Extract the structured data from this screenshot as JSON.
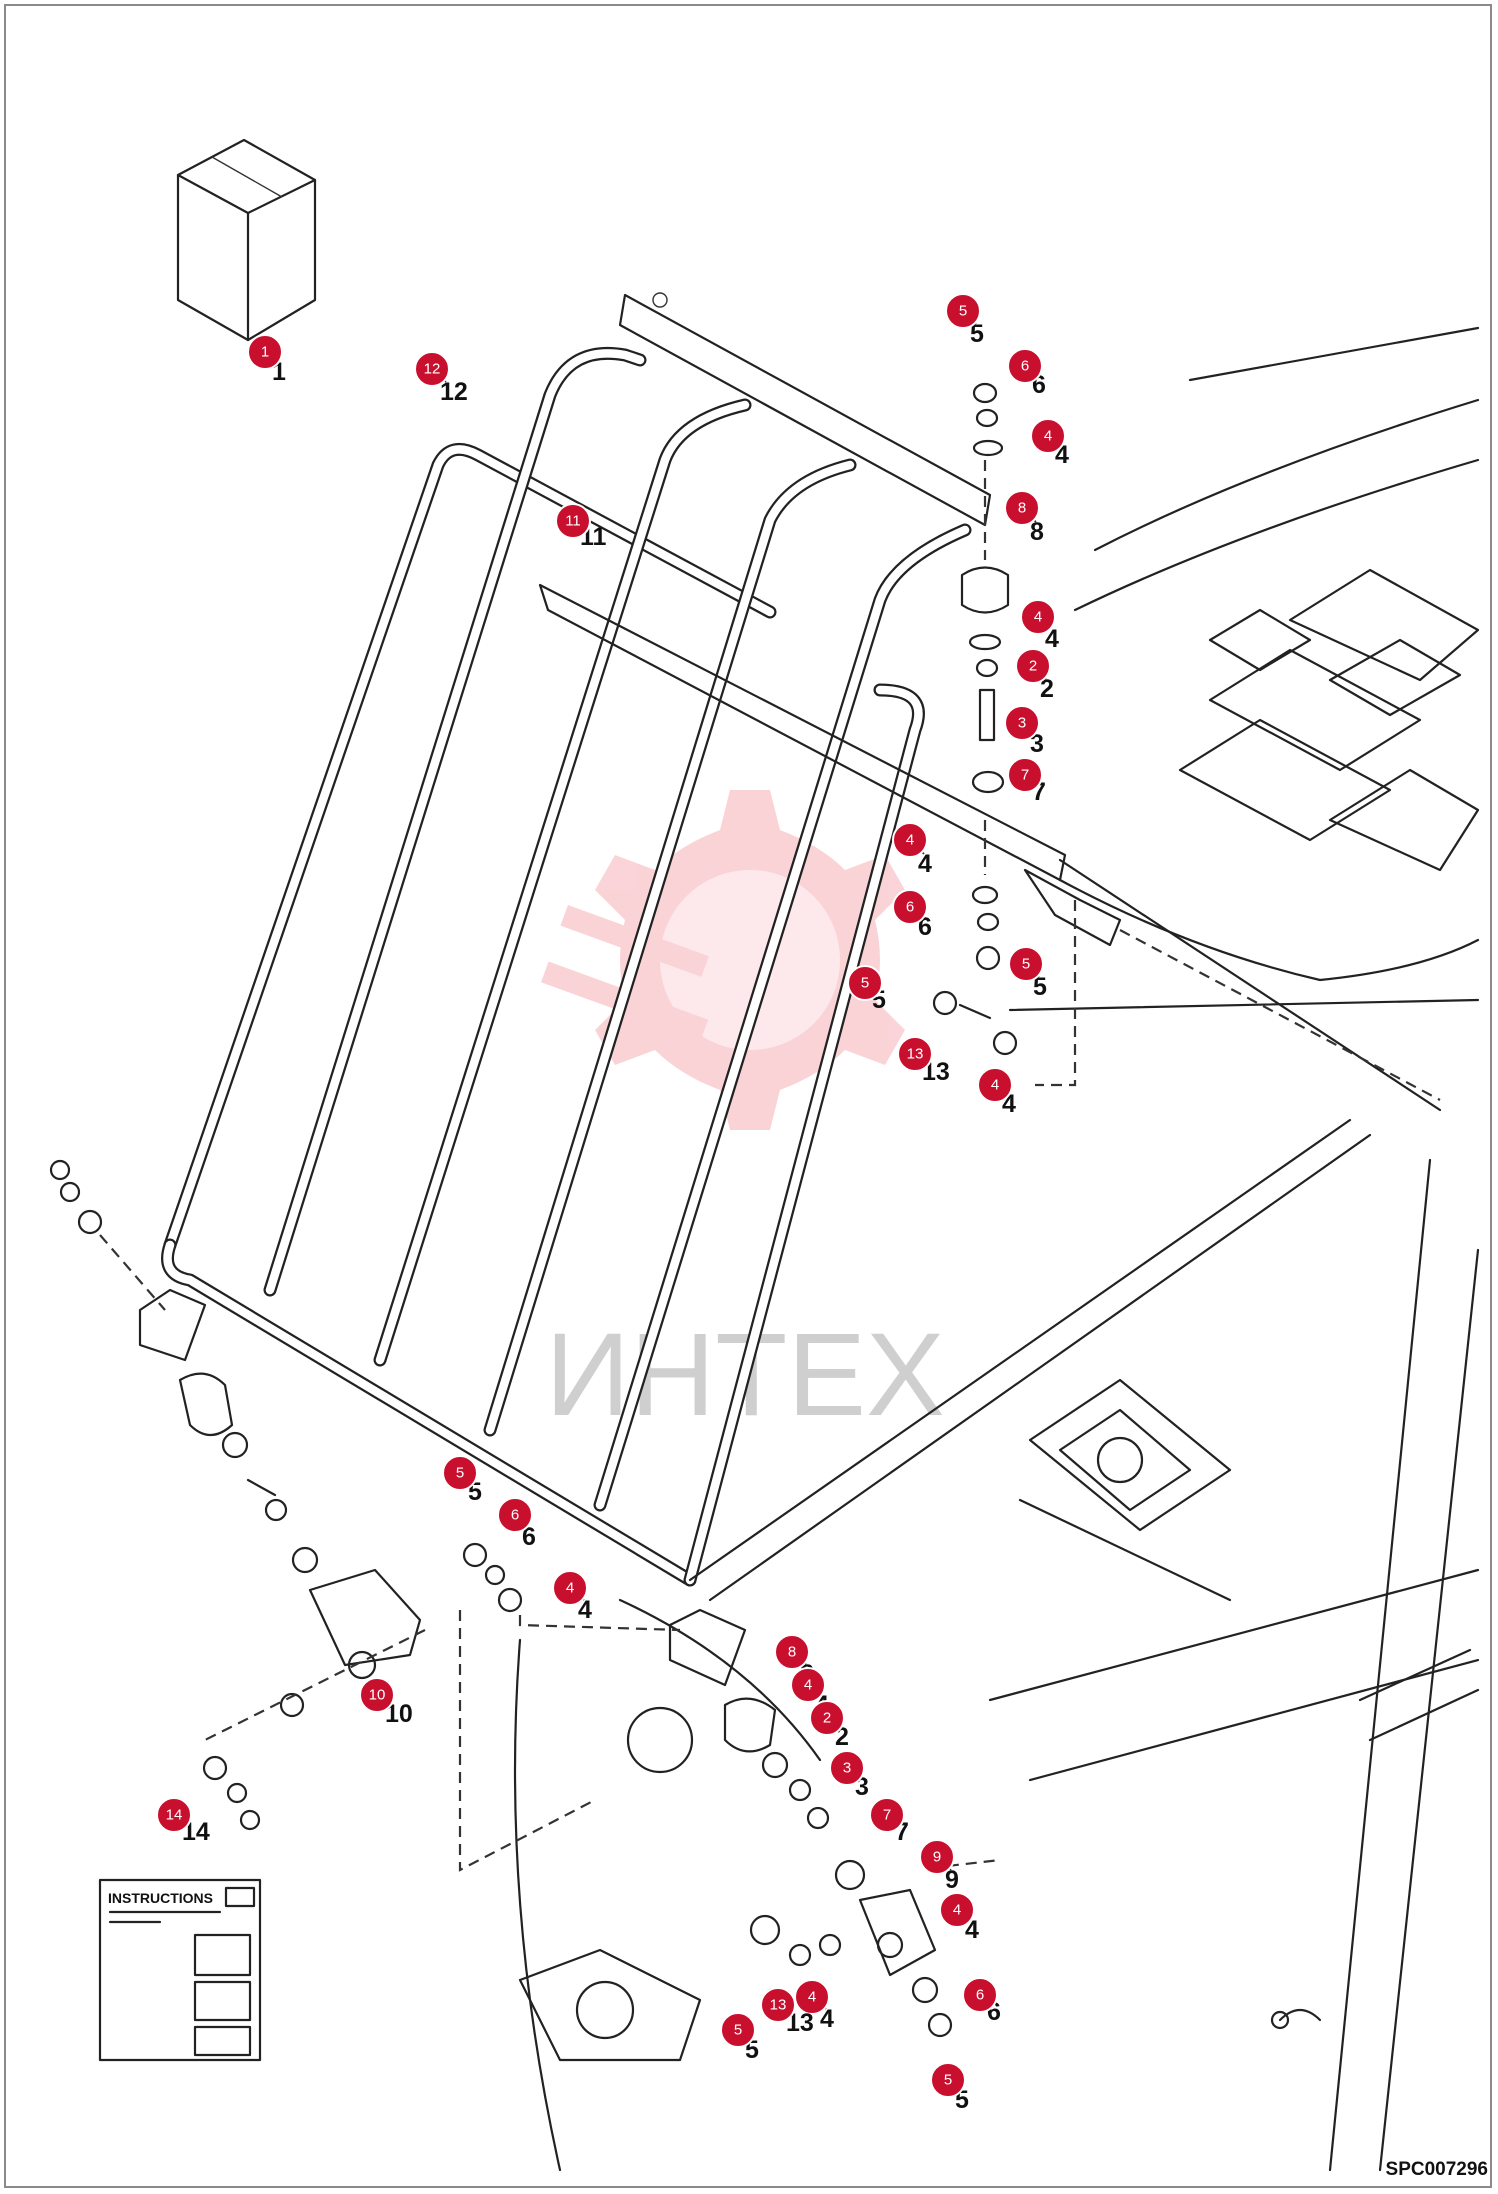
{
  "diagram": {
    "watermark_text": "ИНТЕХ",
    "drawing_code": "SPC007296",
    "instructions_tag_title": "INSTRUCTIONS",
    "callouts": [
      {
        "num": "1"
      },
      {
        "num": "12"
      },
      {
        "num": "11"
      },
      {
        "num": "5"
      },
      {
        "num": "6"
      },
      {
        "num": "4"
      },
      {
        "num": "8"
      },
      {
        "num": "4"
      },
      {
        "num": "2"
      },
      {
        "num": "3"
      },
      {
        "num": "7"
      },
      {
        "num": "4"
      },
      {
        "num": "6"
      },
      {
        "num": "5"
      },
      {
        "num": "5"
      },
      {
        "num": "13"
      },
      {
        "num": "4"
      },
      {
        "num": "5"
      },
      {
        "num": "6"
      },
      {
        "num": "4"
      },
      {
        "num": "10"
      },
      {
        "num": "8"
      },
      {
        "num": "4"
      },
      {
        "num": "2"
      },
      {
        "num": "3"
      },
      {
        "num": "7"
      },
      {
        "num": "9"
      },
      {
        "num": "4"
      },
      {
        "num": "6"
      },
      {
        "num": "4"
      },
      {
        "num": "13"
      },
      {
        "num": "5"
      },
      {
        "num": "5"
      },
      {
        "num": "14"
      }
    ]
  }
}
